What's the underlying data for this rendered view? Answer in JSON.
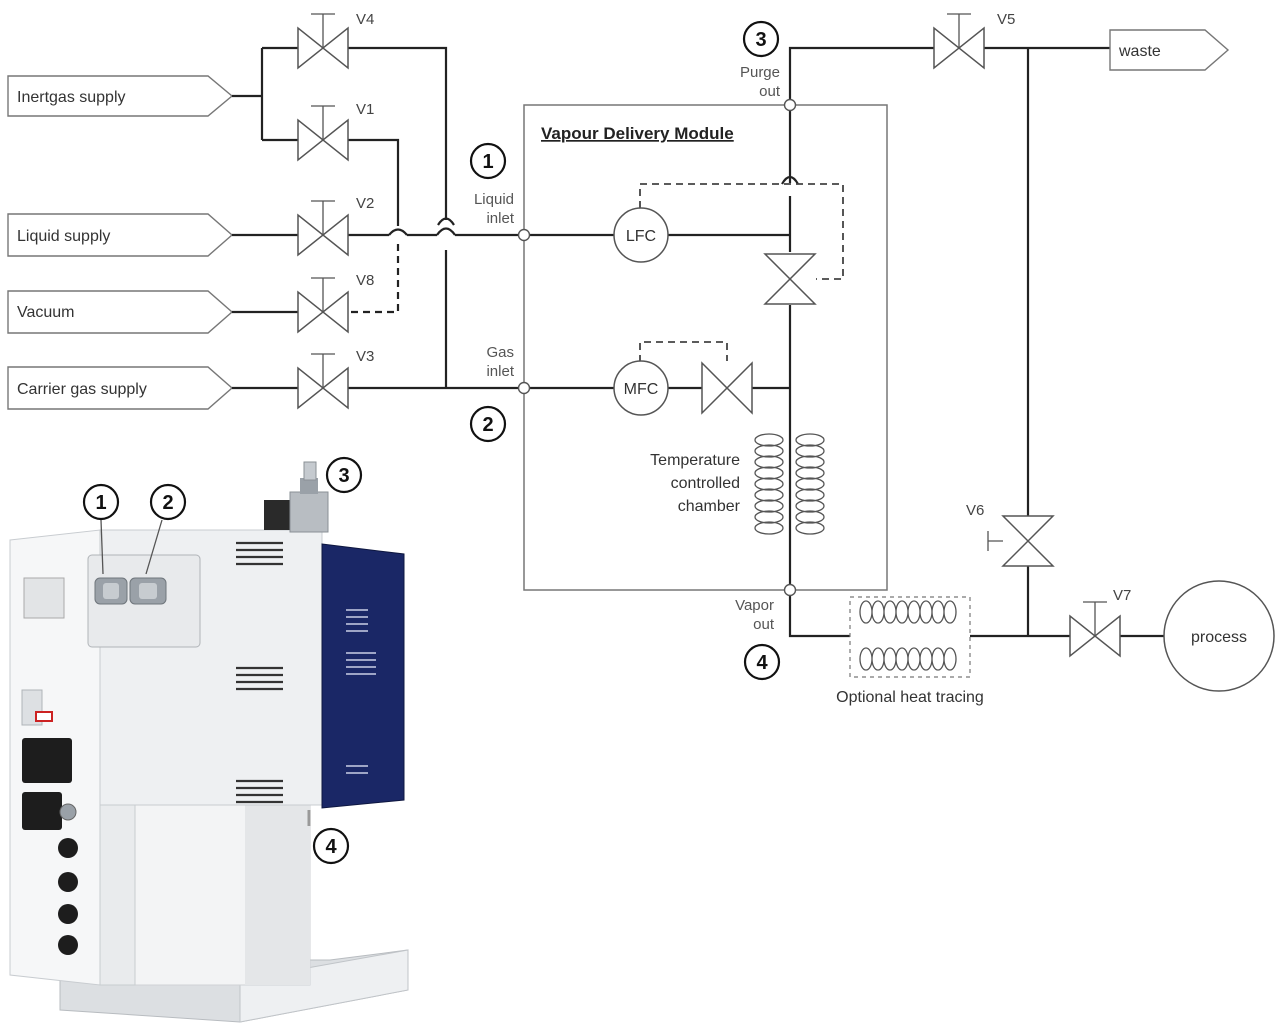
{
  "supplies": {
    "inertgas": "Inertgas supply",
    "liquid": "Liquid supply",
    "vacuum": "Vacuum",
    "carrier": "Carrier gas supply"
  },
  "outputs": {
    "waste": "waste",
    "process": "process"
  },
  "valves": {
    "v1": "V1",
    "v2": "V2",
    "v3": "V3",
    "v4": "V4",
    "v5": "V5",
    "v6": "V6",
    "v7": "V7",
    "v8": "V8"
  },
  "module": {
    "title": "Vapour Delivery Module",
    "lfc": "LFC",
    "mfc": "MFC",
    "chamber": [
      "Temperature",
      "controlled",
      "chamber"
    ]
  },
  "ports": {
    "liquid_inlet": [
      "Liquid",
      "inlet"
    ],
    "gas_inlet": [
      "Gas",
      "inlet"
    ],
    "purge_out": [
      "Purge",
      "out"
    ],
    "vapor_out": [
      "Vapor",
      "out"
    ]
  },
  "heat_tracing": "Optional heat tracing",
  "callouts": [
    "1",
    "2",
    "3",
    "4"
  ],
  "colors": {
    "line": "#222222",
    "device_body": "#eceff1",
    "side_panel": "#1a2766"
  }
}
